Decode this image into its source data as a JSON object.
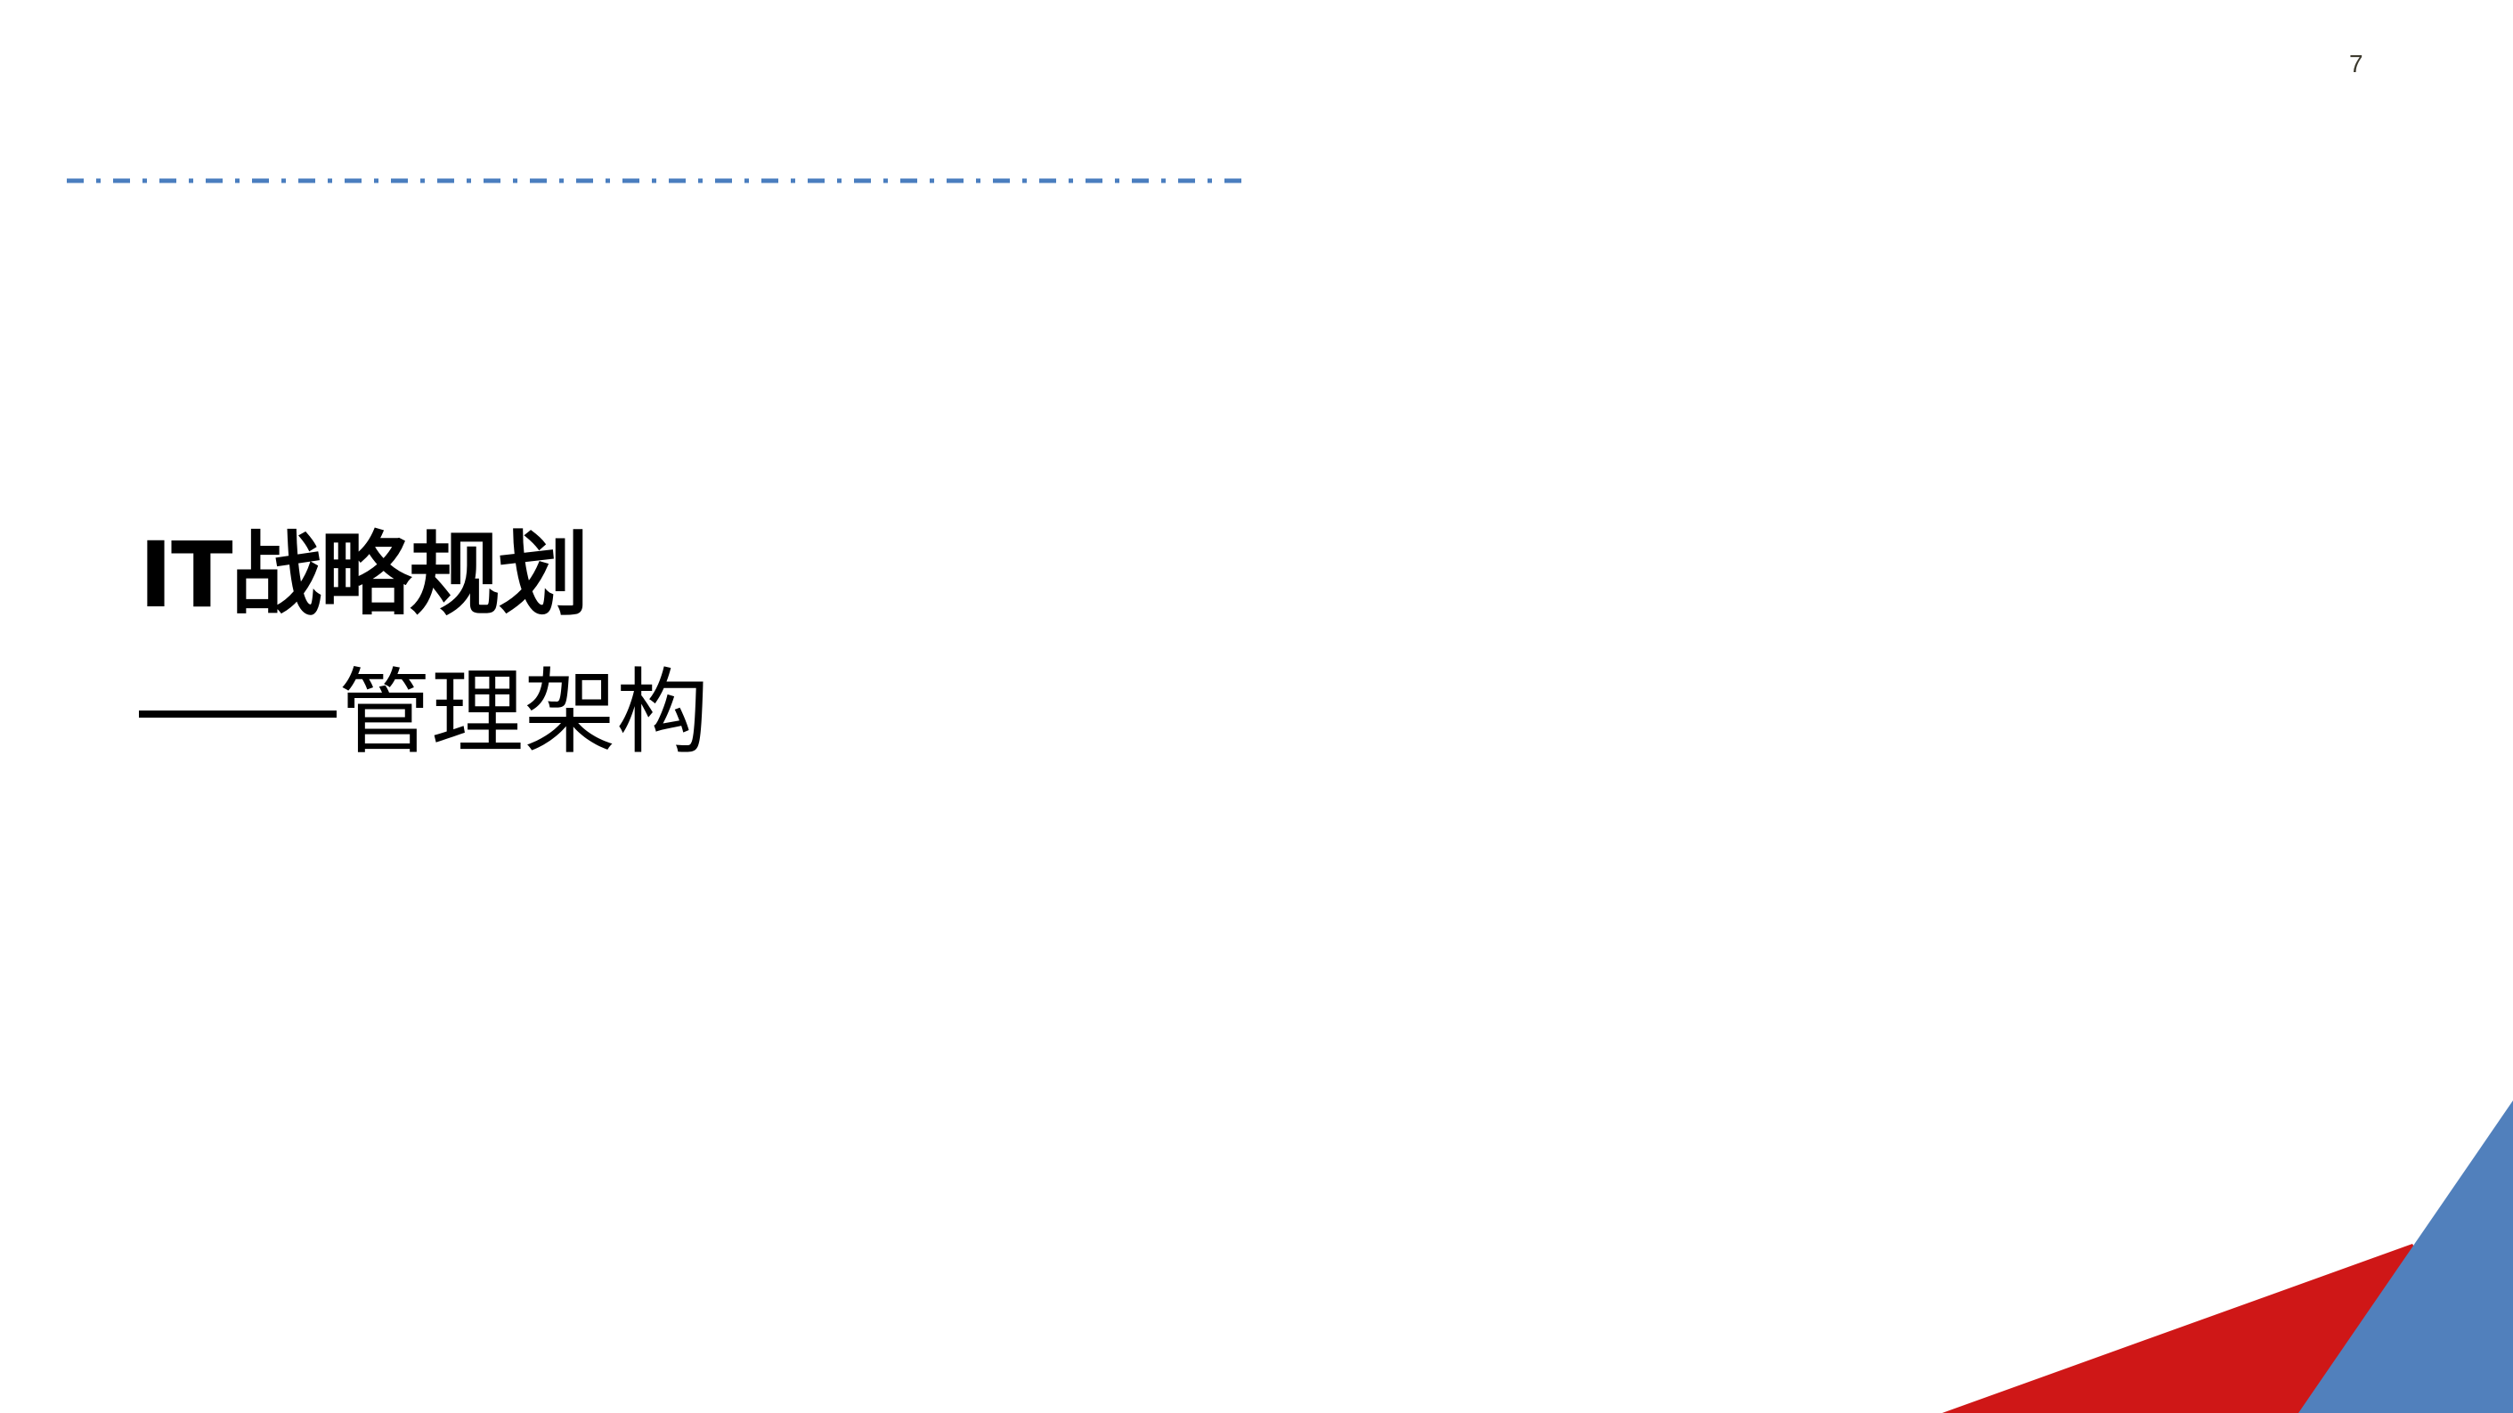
{
  "slide": {
    "page_number": "7",
    "title": "IT战略规划",
    "subtitle_prefix": "——",
    "subtitle": "管理架构"
  },
  "decorations": {
    "dash_line_color": "#4a7ebf",
    "corner_red": "#cf1717",
    "corner_blue": "#5180bc"
  }
}
